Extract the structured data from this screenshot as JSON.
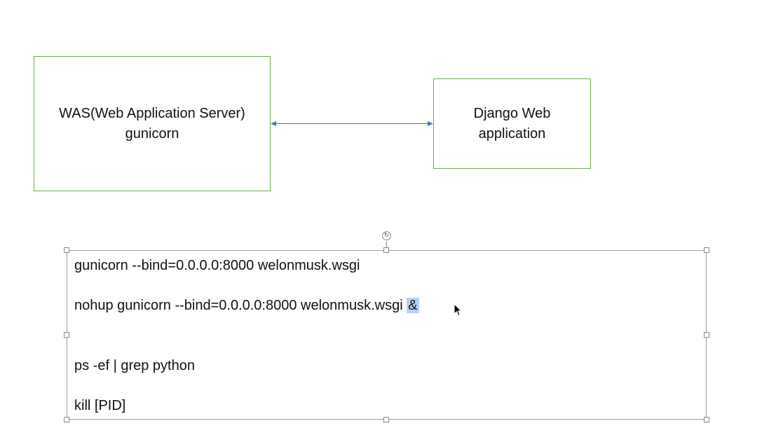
{
  "diagram": {
    "was_box": {
      "line1": "WAS(Web Application Server)",
      "line2": "gunicorn"
    },
    "django_box": {
      "line1": "Django Web",
      "line2": "application"
    },
    "connector": {
      "type": "bidirectional-arrow",
      "color": "#4472c4"
    },
    "box_border_color": "#70ad47"
  },
  "textbox": {
    "line1": "gunicorn --bind=0.0.0.0:8000 welonmusk.wsgi",
    "line2_main": "nohup gunicorn --bind=0.0.0.0:8000 welonmusk.wsgi ",
    "line2_selected": "& ",
    "line3": "ps -ef | grep python",
    "line4": "kill [PID]",
    "selection_color": "#b4d2f5"
  }
}
